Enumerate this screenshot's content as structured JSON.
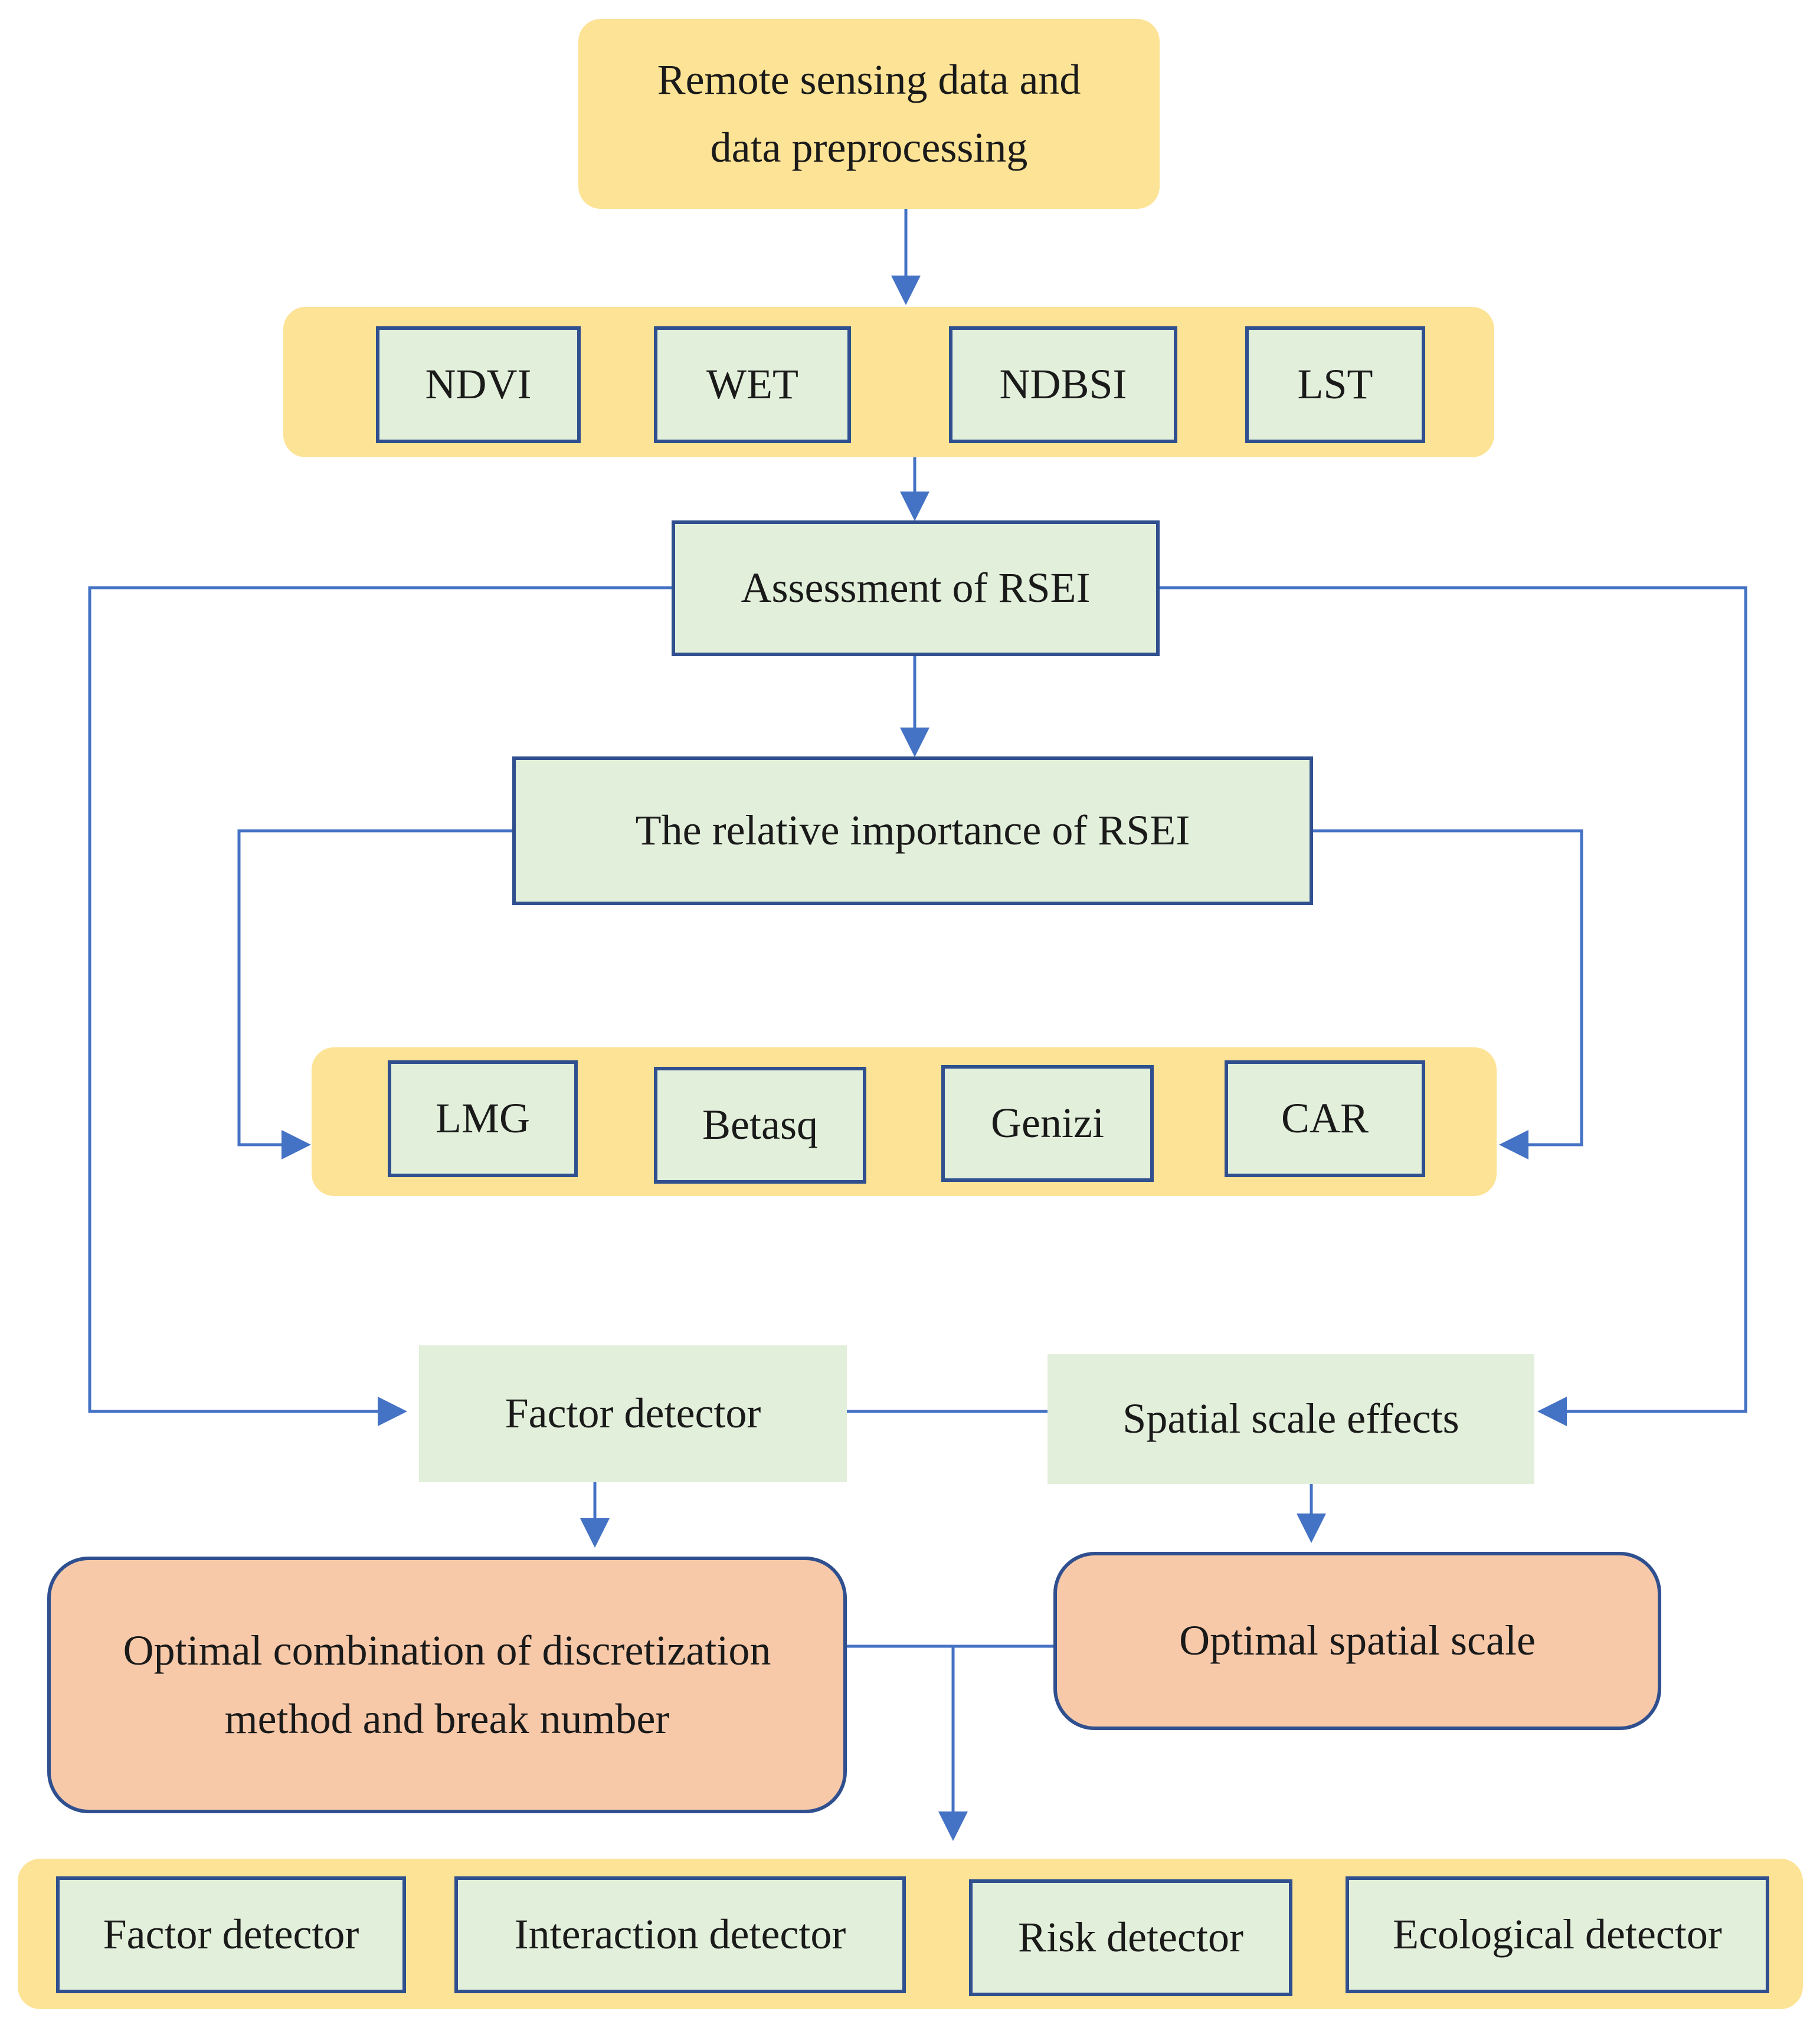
{
  "diagram": {
    "top_box": {
      "line1": "Remote sensing data and",
      "line2": "data preprocessing"
    },
    "indices": [
      "NDVI",
      "WET",
      "NDBSI",
      "LST"
    ],
    "assessment": "Assessment of RSEI",
    "relative_importance": "The relative importance of RSEI",
    "methods": [
      "LMG",
      "Betasq",
      "Genizi",
      "CAR"
    ],
    "factor_detector": "Factor detector",
    "spatial_scale_effects": "Spatial scale effects",
    "optimal_combination": {
      "line1": "Optimal combination of discretization",
      "line2": "method and break number"
    },
    "optimal_scale": "Optimal spatial scale",
    "detectors": [
      "Factor detector",
      "Interaction detector",
      "Risk detector",
      "Ecological detector"
    ]
  },
  "colors": {
    "yellow_fill": "#fde396",
    "green_fill": "#e2efda",
    "salmon_fill": "#f7c9a9",
    "border": "#2f4f8f",
    "connector": "#4472c4"
  }
}
